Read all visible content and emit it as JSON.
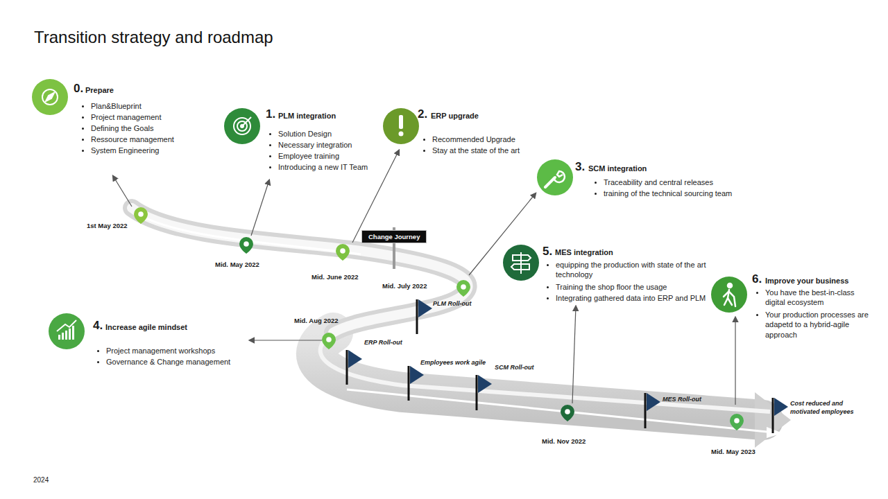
{
  "diagram": {
    "title": "Transition strategy and roadmap",
    "nodes": [
      {
        "text": [
          "Change Journey"
        ]
      }
    ],
    "labels": [
      "0.",
      "Prepare",
      "Plan&Blueprint",
      "Project management",
      "Defining the Goals",
      "Ressource management",
      "System Engineering",
      "1.",
      "PLM integration",
      "Solution Design",
      "Necessary integration",
      "Employee training",
      "Introducing a new IT Team",
      "2.",
      "ERP upgrade",
      "Recommended Upgrade",
      "Stay at the state of the art",
      "3.",
      "SCM integration",
      "Traceability and central releases",
      "training of the technical sourcing team",
      "5.",
      "MES integration",
      "equipping the production with state of the art technology",
      "Training the shop floor the usage",
      "Integrating gathered data into ERP and PLM",
      "4.",
      "Increase agile mindset",
      "Project management workshops",
      "Governance & Change management",
      "6.",
      "Improve your business",
      "You have the best-in-class digital ecosystem",
      "Your production processes are adapetd to a hybrid-agile approach",
      "1st May 2022",
      "Mid. May 2022",
      "Mid. June 2022",
      "Mid. July 2022",
      "Mid. Aug 2022",
      "Mid. Nov 2022",
      "Mid. May 2023",
      "PLM Roll-out",
      "ERP Roll-out",
      "Employees work agile",
      "SCM Roll-out",
      "MES Roll-out",
      "Cost reduced and motivated employees",
      "2024"
    ]
  }
}
